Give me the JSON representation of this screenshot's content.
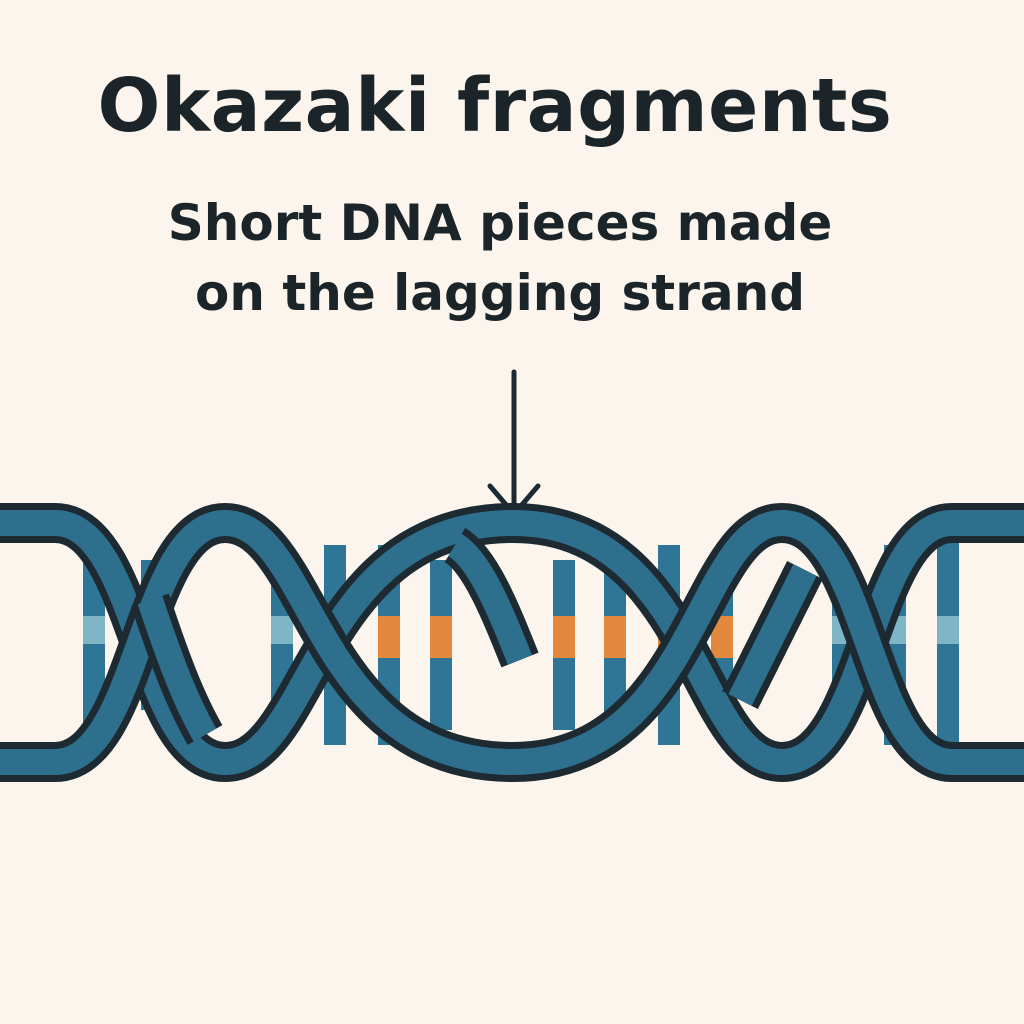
{
  "title": "Okazaki fragments",
  "subtitle": {
    "line1": "Short DNA pieces made",
    "line2": "on the lagging strand"
  },
  "colors": {
    "background": "#fbf5ee",
    "text": "#1b2428",
    "outline": "#1d2a31",
    "strand": "#2e6f8e",
    "rung": "#2f7595",
    "rung_light": "#7fb6c6",
    "fragment": "#e2893e"
  },
  "icons": [
    "down-arrow-icon"
  ]
}
